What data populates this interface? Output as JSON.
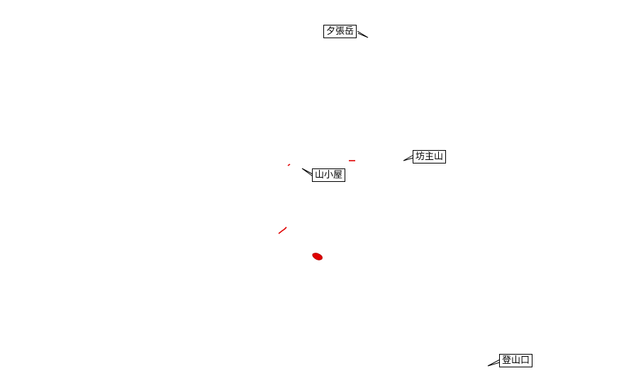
{
  "map": {
    "background_color": "#ffffff",
    "track_color": "#e00000",
    "leader_color": "#000000",
    "labels": {
      "yubaridake": "夕張岳",
      "bozuyama": "坊主山",
      "yamagoya": "山小屋",
      "tozanguchi": "登山口"
    }
  }
}
